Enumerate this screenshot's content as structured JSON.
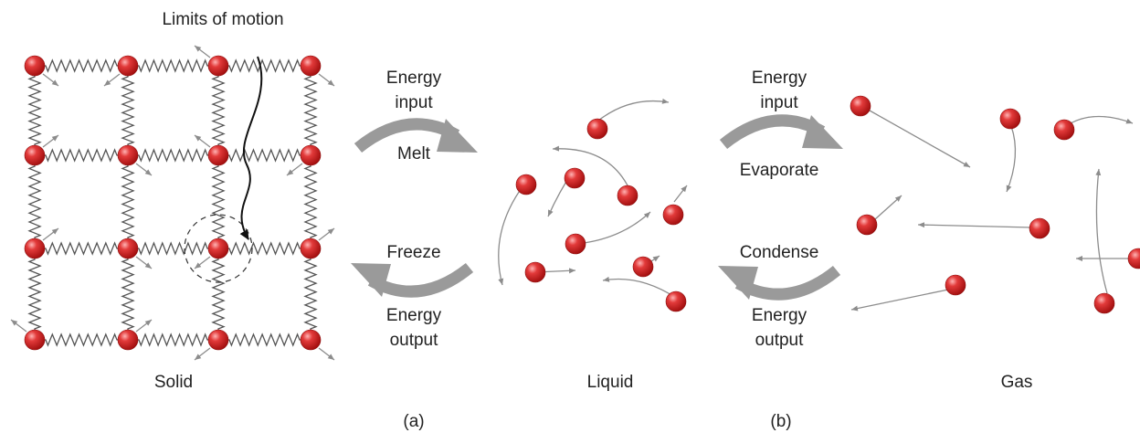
{
  "annotation": {
    "limits_of_motion": "Limits of motion"
  },
  "phases": {
    "solid": "Solid",
    "liquid": "Liquid",
    "gas": "Gas"
  },
  "transition_a": {
    "forward_line1": "Energy",
    "forward_line2": "input",
    "forward_process": "Melt",
    "reverse_process": "Freeze",
    "reverse_line1": "Energy",
    "reverse_line2": "output"
  },
  "transition_b": {
    "forward_line1": "Energy",
    "forward_line2": "input",
    "forward_process": "Evaporate",
    "reverse_process": "Condense",
    "reverse_line1": "Energy",
    "reverse_line2": "output"
  },
  "panel_labels": {
    "a": "(a)",
    "b": "(b)"
  },
  "colors": {
    "particle": "#d42a2a",
    "particle_highlight": "#ffb3b3",
    "big_arrow": "#9a9a9a",
    "motion_arrow": "#8c8c8c",
    "spring": "#555555"
  }
}
